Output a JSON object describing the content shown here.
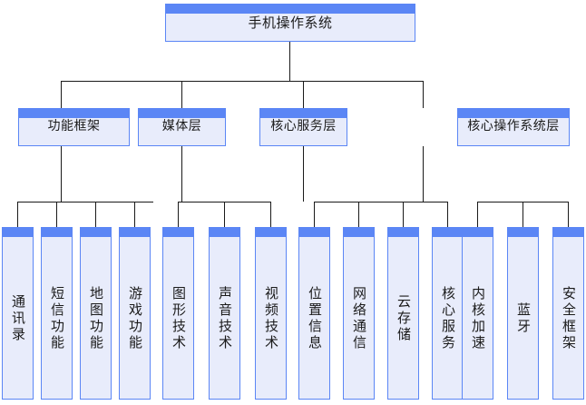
{
  "diagram": {
    "title": "手机操作系统",
    "type": "organization-tree",
    "colors": {
      "header_band": "#5b86f5",
      "body_fill": "#e8ecfb",
      "border": "#5b86f5",
      "connector": "#1a1a1a",
      "text": "#1b1b1b",
      "background": "#ffffff"
    },
    "root": {
      "label": "手机操作系统"
    },
    "level2": [
      {
        "label": "功能框架"
      },
      {
        "label": "媒体层"
      },
      {
        "label": "核心服务层"
      },
      {
        "label": "核心操作系统层"
      }
    ],
    "leaves": {
      "group1": [
        {
          "label": "通讯录"
        },
        {
          "label": "短信功能"
        },
        {
          "label": "地图功能"
        },
        {
          "label": "游戏功能"
        }
      ],
      "group2": [
        {
          "label": "图形技术"
        },
        {
          "label": "声音技术"
        },
        {
          "label": "视频技术"
        }
      ],
      "group3": [
        {
          "label": "位置信息"
        },
        {
          "label": "网络通信"
        },
        {
          "label": "云存储"
        },
        {
          "label": "核心服务"
        }
      ],
      "group4": [
        {
          "label": "内核加速"
        },
        {
          "label": "蓝牙"
        },
        {
          "label": "安全框架"
        }
      ]
    }
  }
}
